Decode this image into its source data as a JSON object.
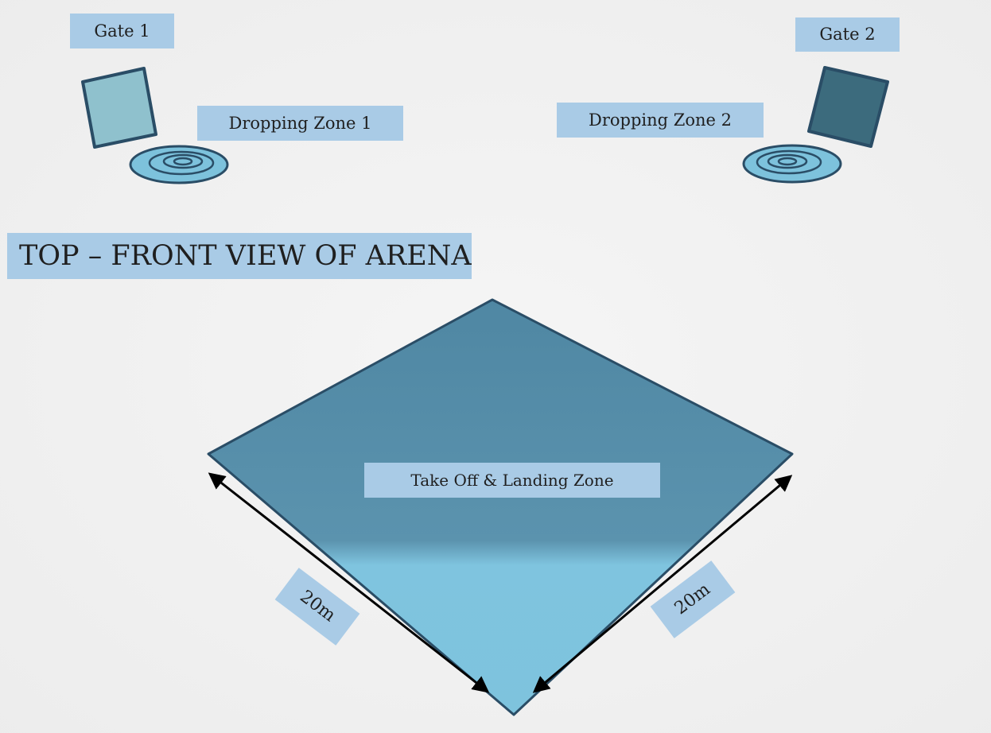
{
  "labels": {
    "gate1": "Gate 1",
    "gate2": "Gate 2",
    "dropping_zone1": "Dropping Zone 1",
    "dropping_zone2": "Dropping Zone 2",
    "title": "TOP – FRONT VIEW OF ARENA",
    "landing_zone": "Take Off & Landing Zone",
    "dim_left": "20m",
    "dim_right": "20m"
  },
  "colors": {
    "label_bg": "#a9cbe6",
    "gate1_fill": "#8fc1cd",
    "gate2_fill": "#3c6b7d",
    "pad_dark": "#4f87a3",
    "pad_light": "#7fc4df",
    "target_fill": "#7dc2dc",
    "outline": "#2a4d66",
    "arrow": "#000000"
  }
}
